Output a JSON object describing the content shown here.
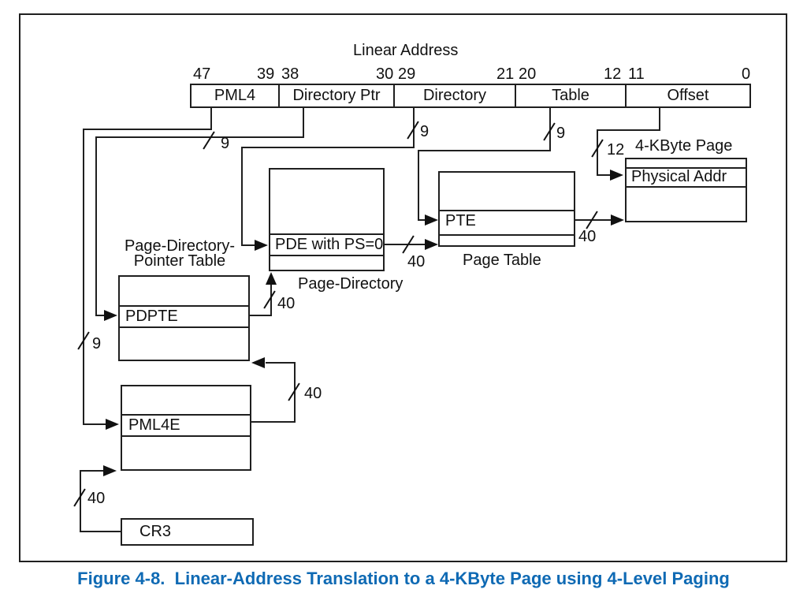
{
  "title": "Linear Address",
  "caption": "Figure 4-8.  Linear-Address Translation to a 4-KByte Page using 4-Level Paging",
  "colors": {
    "caption_blue": "#0f6ab4",
    "line": "#1f1f1f"
  },
  "linear_address": {
    "fields": [
      "PML4",
      "Directory Ptr",
      "Directory",
      "Table",
      "Offset"
    ],
    "bits": [
      "47",
      "39",
      "38",
      "30",
      "29",
      "21",
      "20",
      "12",
      "11",
      "0"
    ]
  },
  "tables": {
    "pdpt": {
      "label_line1": "Page-Directory-",
      "label_line2": "Pointer Table",
      "entry": "PDPTE"
    },
    "pml4": {
      "entry": "PML4E"
    },
    "pd": {
      "label": "Page-Directory",
      "entry": "PDE with PS=0"
    },
    "pt": {
      "label": "Page Table",
      "entry": "PTE"
    },
    "page": {
      "label": "4-KByte Page",
      "entry": "Physical Addr"
    },
    "cr3": {
      "label": "CR3"
    }
  },
  "bus_widths": {
    "pml4_index": "9",
    "dirptr_index": "9",
    "directory_index": "9",
    "table_index": "9",
    "offset_bits": "12",
    "cr3_out": "40",
    "pml4e_out": "40",
    "pdpte_out": "40",
    "pde_out": "40",
    "pte_out": "40"
  }
}
